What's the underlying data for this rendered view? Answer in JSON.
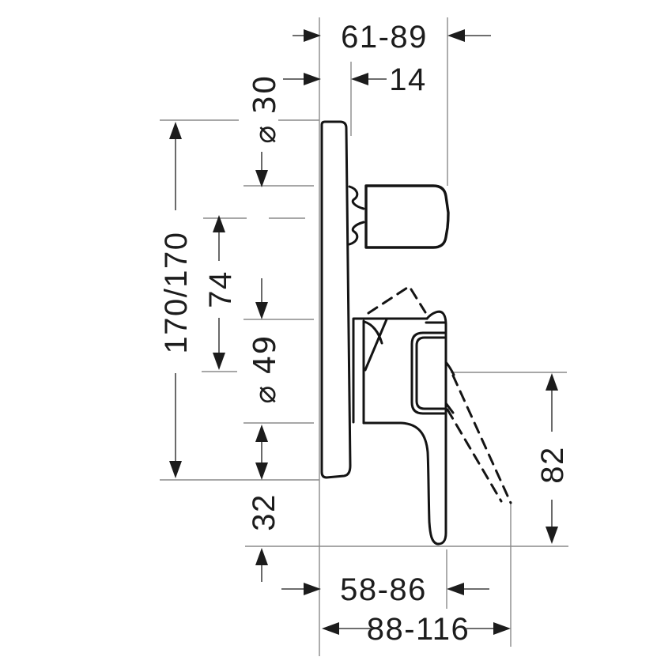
{
  "dims": {
    "top_width": "61-89",
    "plate_thickness": "14",
    "knob_diameter": "⌀ 30",
    "plate_height": "170/170",
    "center_distance": "74",
    "escutcheon_diameter": "⌀ 49",
    "bottom_offset": "32",
    "lever_length": "82",
    "depth_closed": "58-86",
    "depth_open": "88-116"
  },
  "colors": {
    "outline": "#141414",
    "extension_line": "#8a8a8a",
    "dimension_line": "#5a5a5a",
    "label": "#1c1c1c",
    "background": "#ffffff"
  }
}
